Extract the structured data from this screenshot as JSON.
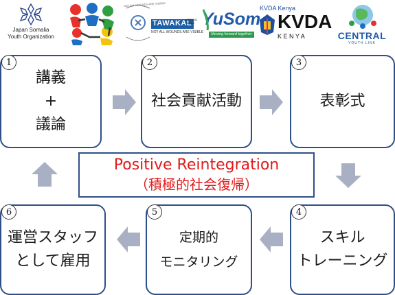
{
  "logos": {
    "jsyo": {
      "line1": "Japan Somalia",
      "line2": "Youth Organization"
    },
    "tawakal": {
      "name": "TAWAKAL",
      "sub": "MEDICAL CLINIC",
      "tag": "NOT ALL WOUNDS ARE VISIBLE",
      "arc": "NOT ALL WOUNDS ARE VISIBLE"
    },
    "yusom": {
      "name": "YuSom",
      "tag": "Moving forward together"
    },
    "kvda": {
      "small": "KVDA Kenya",
      "name": "KVDA",
      "sub": "K E N Y A"
    },
    "central": {
      "name": "CENTRAL",
      "sub": "YOUTH LINK"
    }
  },
  "steps": [
    {
      "num": "1",
      "lines": [
        "講義",
        "+",
        "議論"
      ]
    },
    {
      "num": "2",
      "lines": [
        "社会貢献活動"
      ]
    },
    {
      "num": "3",
      "lines": [
        "表彰式"
      ]
    },
    {
      "num": "4",
      "lines": [
        "スキル",
        "トレーニング"
      ]
    },
    {
      "num": "5",
      "lines": [
        "定期的",
        "モニタリング"
      ]
    },
    {
      "num": "6",
      "lines": [
        "運営スタッフ",
        "として雇用"
      ]
    }
  ],
  "center": {
    "line1": "Positive Reintegration",
    "line2": "（積極的社会復帰）"
  },
  "colors": {
    "border": "#2e4f86",
    "arrow": "#aab0c4",
    "accent_text": "#e01b1b"
  }
}
